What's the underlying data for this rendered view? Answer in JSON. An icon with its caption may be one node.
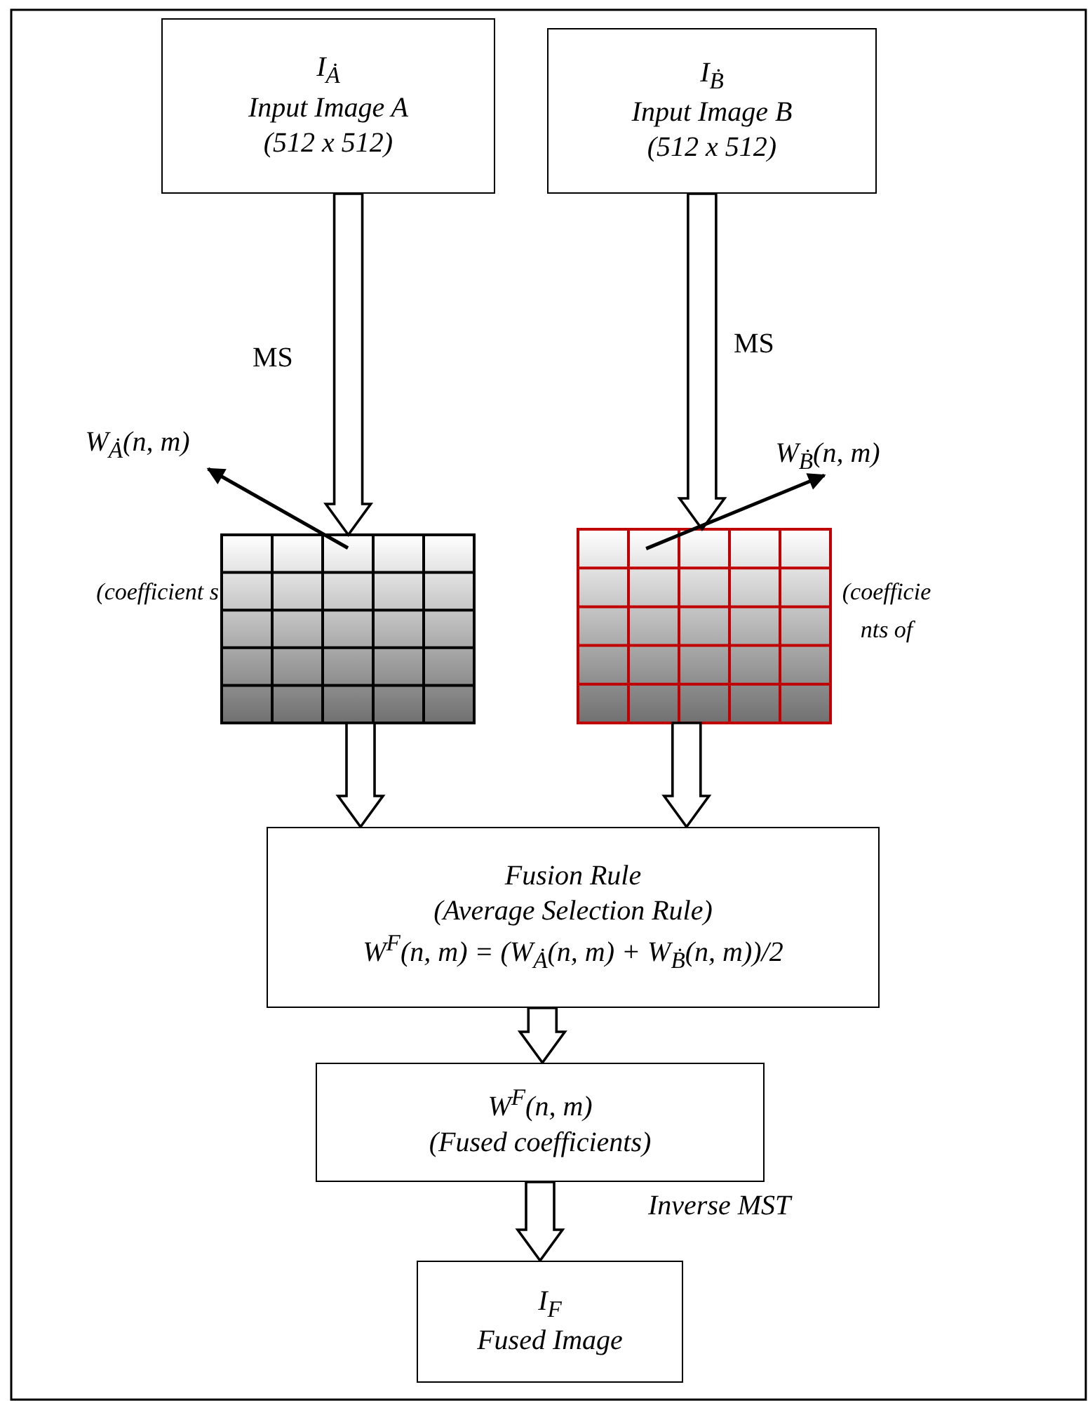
{
  "diagram": {
    "nodes": [
      {
        "text": [
          "I$_{Ȧ}$",
          "Input Image A",
          "(512 x 512)"
        ]
      },
      {
        "text": [
          "I$_{Ḃ}$",
          "Input Image B",
          "(512 x 512)"
        ]
      },
      {
        "text": [],
        "shape": "grid"
      },
      {
        "text": [],
        "shape": "grid"
      },
      {
        "text": [
          "W$_{Ȧ}$(n, m)"
        ]
      },
      {
        "text": [
          "W$_{Ḃ}$(n, m)"
        ]
      },
      {
        "text": [
          "Fusion Rule",
          "(Average Selection Rule)",
          "W$^{F}$(n, m) = (W$_{Ȧ}$(n, m) + W$_{Ḃ}$(n, m))/2"
        ]
      },
      {
        "text": [
          "W$^{F}$(n, m)",
          "(Fused coefficients)"
        ]
      },
      {
        "text": [
          "I$_{F}$",
          "Fused Image"
        ]
      }
    ],
    "edges": [
      {
        "from": 0,
        "to": 2,
        "arrow": "to",
        "label": "MS",
        "style": "thick"
      },
      {
        "from": 1,
        "to": 3,
        "arrow": "to",
        "label": "MS",
        "style": "thick"
      },
      {
        "from": 2,
        "to": 4,
        "arrow": "to"
      },
      {
        "from": 3,
        "to": 5,
        "arrow": "to"
      },
      {
        "from": 2,
        "to": 6,
        "arrow": "to",
        "style": "thick"
      },
      {
        "from": 3,
        "to": 6,
        "arrow": "to",
        "style": "thick"
      },
      {
        "from": 6,
        "to": 7,
        "arrow": "to",
        "style": "thick"
      },
      {
        "from": 7,
        "to": 8,
        "arrow": "to",
        "label": "Inverse MST",
        "style": "thick"
      }
    ],
    "labels": [
      "(coefficient s",
      "(coefficie nts of"
    ]
  }
}
